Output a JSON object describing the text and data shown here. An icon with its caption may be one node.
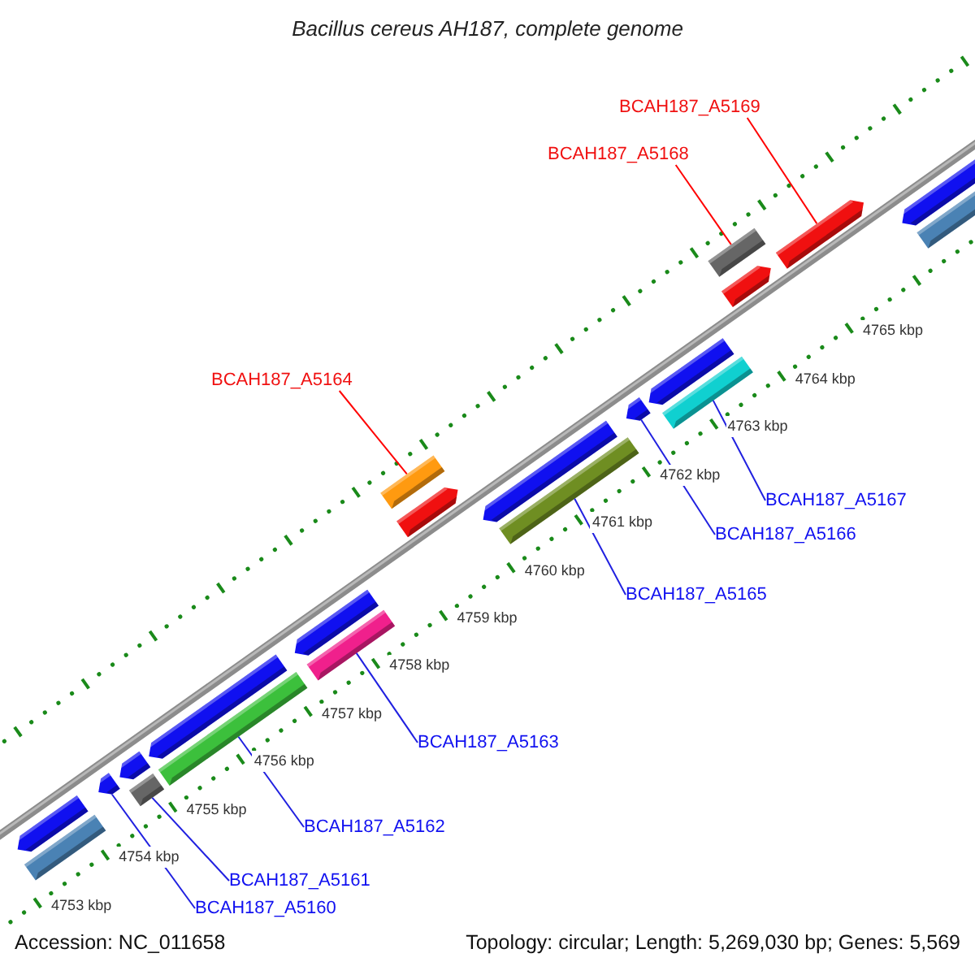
{
  "diagram": {
    "title": "Bacillus cereus AH187, complete genome",
    "nodes": [
      {
        "text": [],
        "shape": "bar"
      },
      {
        "text": [],
        "shape": "pentagon"
      },
      {
        "text": [],
        "shape": "pentagon"
      },
      {
        "text": [],
        "shape": "pentagon"
      },
      {
        "text": [],
        "shape": "bar"
      },
      {
        "text": [],
        "shape": "pentagon"
      },
      {
        "text": [],
        "shape": "bar"
      },
      {
        "text": [],
        "shape": "pentagon"
      },
      {
        "text": [],
        "shape": "bar"
      },
      {
        "text": [],
        "shape": "bar"
      },
      {
        "text": [],
        "shape": "pentagon"
      },
      {
        "text": [],
        "shape": "pentagon"
      },
      {
        "text": [],
        "shape": "bar"
      },
      {
        "text": [],
        "shape": "pentagon"
      },
      {
        "text": [],
        "shape": "pentagon"
      },
      {
        "text": [],
        "shape": "bar"
      },
      {
        "text": [],
        "shape": "bar"
      },
      {
        "text": [],
        "shape": "pentagon"
      },
      {
        "text": [],
        "shape": "pentagon"
      },
      {
        "text": [],
        "shape": "pentagon"
      },
      {
        "text": [],
        "shape": "bar"
      },
      {
        "text": [
          "BCAH187_A5169"
        ]
      },
      {
        "text": [
          "BCAH187_A5168"
        ]
      },
      {
        "text": [
          "BCAH187_A5164"
        ]
      },
      {
        "text": [
          "BCAH187_A5167"
        ]
      },
      {
        "text": [
          "BCAH187_A5166"
        ]
      },
      {
        "text": [
          "BCAH187_A5165"
        ]
      },
      {
        "text": [
          "BCAH187_A5163"
        ]
      },
      {
        "text": [
          "BCAH187_A5162"
        ]
      },
      {
        "text": [
          "BCAH187_A5161"
        ]
      },
      {
        "text": [
          "BCAH187_A5160"
        ]
      }
    ],
    "edges": [
      {
        "from": 21,
        "to": 18,
        "arrow": "none",
        "color": "#ff0000"
      },
      {
        "from": 22,
        "to": 16,
        "arrow": "none",
        "color": "#ff0000"
      },
      {
        "from": 23,
        "to": 9,
        "arrow": "none",
        "color": "#ff0000"
      },
      {
        "from": 24,
        "to": 15,
        "arrow": "none"
      },
      {
        "from": 25,
        "to": 13,
        "arrow": "none"
      },
      {
        "from": 26,
        "to": 12,
        "arrow": "none"
      },
      {
        "from": 27,
        "to": 8,
        "arrow": "none"
      },
      {
        "from": 28,
        "to": 6,
        "arrow": "none"
      },
      {
        "from": 29,
        "to": 4,
        "arrow": "none"
      },
      {
        "from": 30,
        "to": 2,
        "arrow": "none"
      }
    ],
    "labels": [
      "4753 kbp",
      "4754 kbp",
      "4755 kbp",
      "4756 kbp",
      "4757 kbp",
      "4758 kbp",
      "4759 kbp",
      "4760 kbp",
      "4761 kbp",
      "4762 kbp",
      "4763 kbp",
      "4764 kbp",
      "4765 kbp",
      "Accession: NC_011658",
      "Topology: circular; Length: 5,269,030 bp; Genes: 5,569"
    ]
  }
}
